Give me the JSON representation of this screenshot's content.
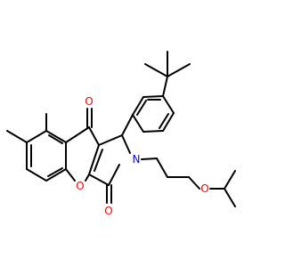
{
  "molecule": {
    "colors": {
      "bond": "#000000",
      "oxygen": "#ff0000",
      "nitrogen": "#0000ff",
      "background": "#ffffff"
    },
    "atoms": {
      "carbonyl_o_top": "O",
      "carbonyl_o_right": "O",
      "ring_o": "O",
      "ring_n": "N",
      "ether_o": "O"
    }
  }
}
